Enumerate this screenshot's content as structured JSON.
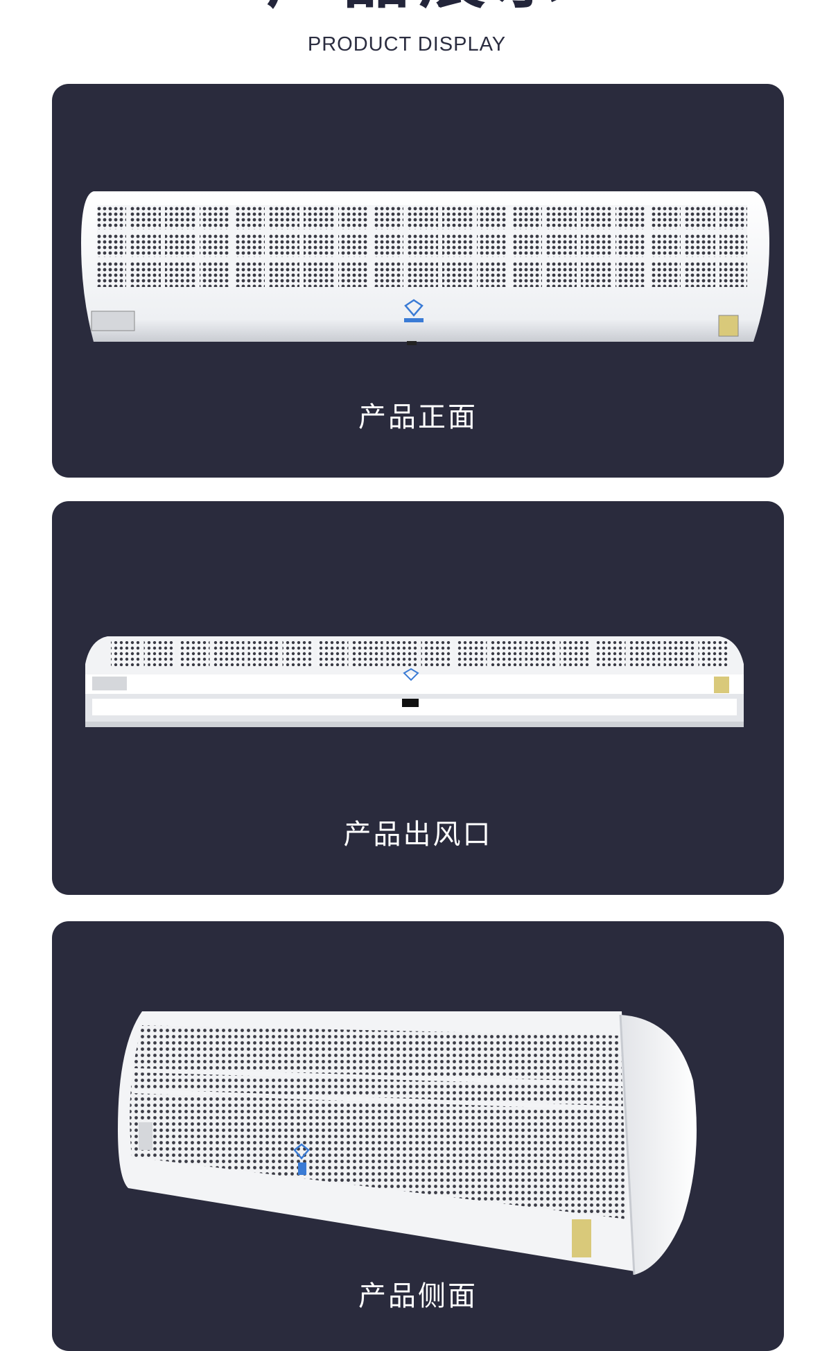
{
  "header": {
    "title": "产品展示",
    "subtitle": "PRODUCT DISPLAY"
  },
  "cards": [
    {
      "caption": "产品正面"
    },
    {
      "caption": "产品出风口"
    },
    {
      "caption": "产品侧面"
    }
  ]
}
